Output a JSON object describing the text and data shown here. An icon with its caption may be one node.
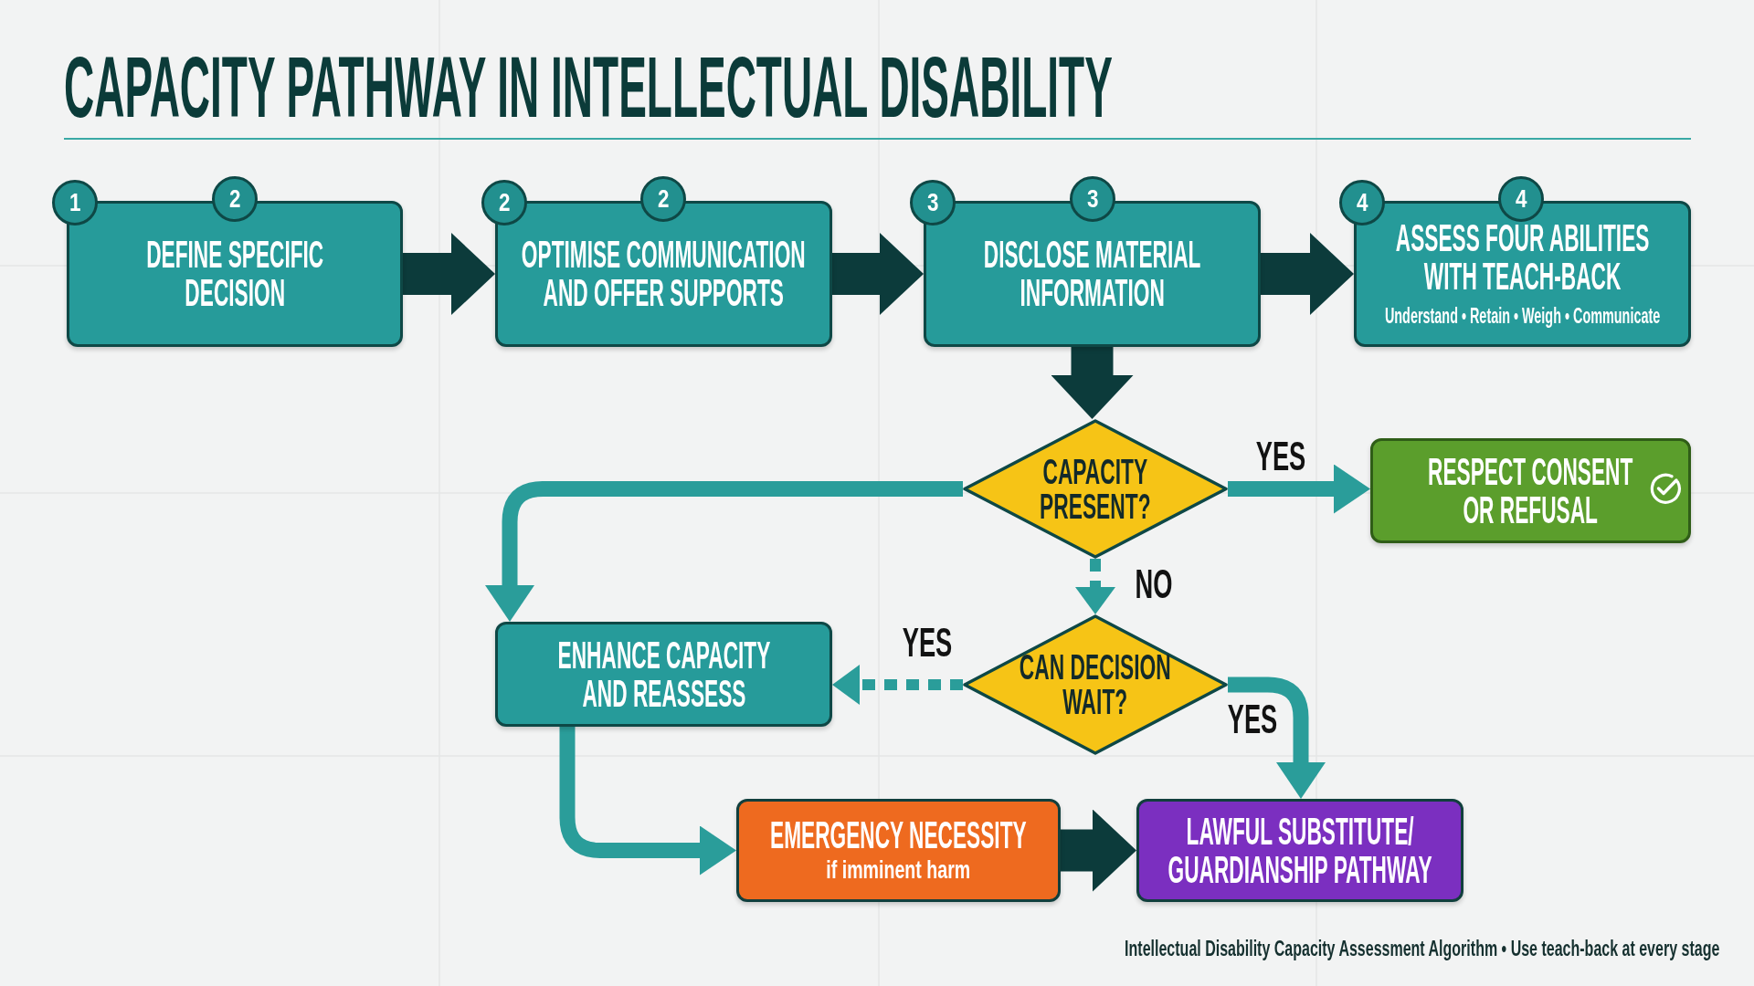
{
  "diagram": {
    "title": "CAPACITY PATHWAY IN INTELLECTUAL DISABILITY",
    "caption": "Intellectual Disability Capacity Assessment Algorithm • Use teach-back at every stage",
    "nodes": [
      {
        "text": [
          "DEFINE SPECIFIC DECISION"
        ]
      },
      {
        "text": [
          "1"
        ]
      },
      {
        "text": [
          "2"
        ]
      },
      {
        "text": [
          "OPTIMISE COMMUNICATION AND OFFER SUPPORTS"
        ]
      },
      {
        "text": [
          "2"
        ]
      },
      {
        "text": [
          "2"
        ]
      },
      {
        "text": [
          "DISCLOSE MATERIAL INFORMATION"
        ]
      },
      {
        "text": [
          "3"
        ]
      },
      {
        "text": [
          "3"
        ]
      },
      {
        "text": [
          "ASSESS FOUR ABILITIES WITH TEACH-BACK",
          "Understand • Retain • Weigh • Communicate"
        ]
      },
      {
        "text": [
          "4"
        ]
      },
      {
        "text": [
          "4"
        ]
      },
      {
        "text": [
          "CAPACITY PRESENT?"
        ]
      },
      {
        "text": [
          "RESPECT CONSENT OR REFUSAL"
        ]
      },
      {
        "text": [
          "ENHANCE CAPACITY AND REASSESS"
        ]
      },
      {
        "text": [
          "CAN DECISION WAIT?"
        ]
      },
      {
        "text": [
          "EMERGENCY NECESSITY",
          "if imminent harm"
        ]
      },
      {
        "text": [
          "LAWFUL SUBSTITUTE/ GUARDIANSHIP PATHWAY"
        ]
      }
    ],
    "edges": [
      {
        "from": 0,
        "to": 3,
        "arrow": "to",
        "style": "thick",
        "color": "#0c3b3b"
      },
      {
        "from": 3,
        "to": 6,
        "arrow": "to",
        "style": "thick",
        "color": "#0c3b3b"
      },
      {
        "from": 6,
        "to": 9,
        "arrow": "to",
        "style": "thick",
        "color": "#0c3b3b"
      },
      {
        "from": 6,
        "to": 12,
        "arrow": "to",
        "style": "thick",
        "color": "#0c3b3b"
      },
      {
        "from": 12,
        "to": 13,
        "arrow": "to",
        "label": "YES"
      },
      {
        "from": 12,
        "to": 14,
        "arrow": "to"
      },
      {
        "from": 12,
        "to": 15,
        "arrow": "to",
        "label": "NO",
        "style": "dashed"
      },
      {
        "from": 15,
        "to": 14,
        "arrow": "to",
        "label": "YES",
        "style": "dashed"
      },
      {
        "from": 15,
        "to": 17,
        "arrow": "to",
        "label": "YES"
      },
      {
        "from": 14,
        "to": 16,
        "arrow": "to"
      },
      {
        "from": 16,
        "to": 17,
        "arrow": "to",
        "style": "thick",
        "color": "#0c3b3b"
      }
    ]
  }
}
